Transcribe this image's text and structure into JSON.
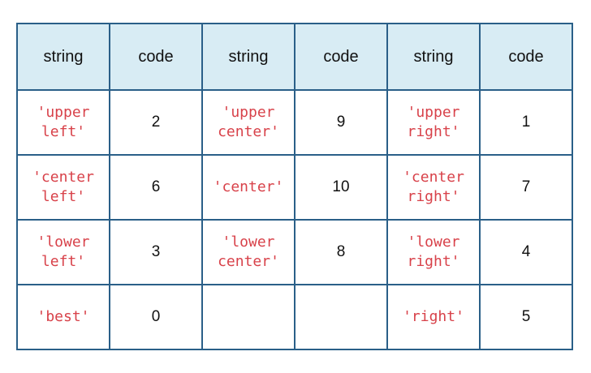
{
  "table": {
    "headers": [
      "string",
      "code",
      "string",
      "code",
      "string",
      "code"
    ],
    "rows": [
      [
        {
          "string": "'upper\nleft'",
          "code": "2"
        },
        {
          "string": "'upper\ncenter'",
          "code": "9"
        },
        {
          "string": "'upper\nright'",
          "code": "1"
        }
      ],
      [
        {
          "string": "'center\nleft'",
          "code": "6"
        },
        {
          "string": "'center'",
          "code": "10"
        },
        {
          "string": "'center\nright'",
          "code": "7"
        }
      ],
      [
        {
          "string": "'lower\nleft'",
          "code": "3"
        },
        {
          "string": "'lower\ncenter'",
          "code": "8"
        },
        {
          "string": "'lower\nright'",
          "code": "4"
        }
      ],
      [
        {
          "string": "'best'",
          "code": "0"
        },
        {
          "string": "",
          "code": ""
        },
        {
          "string": "'right'",
          "code": "5"
        }
      ]
    ]
  },
  "colors": {
    "border": "#2a5f88",
    "header_background": "#d8ecf4",
    "string_text": "#d8424a",
    "code_text": "#111111"
  }
}
